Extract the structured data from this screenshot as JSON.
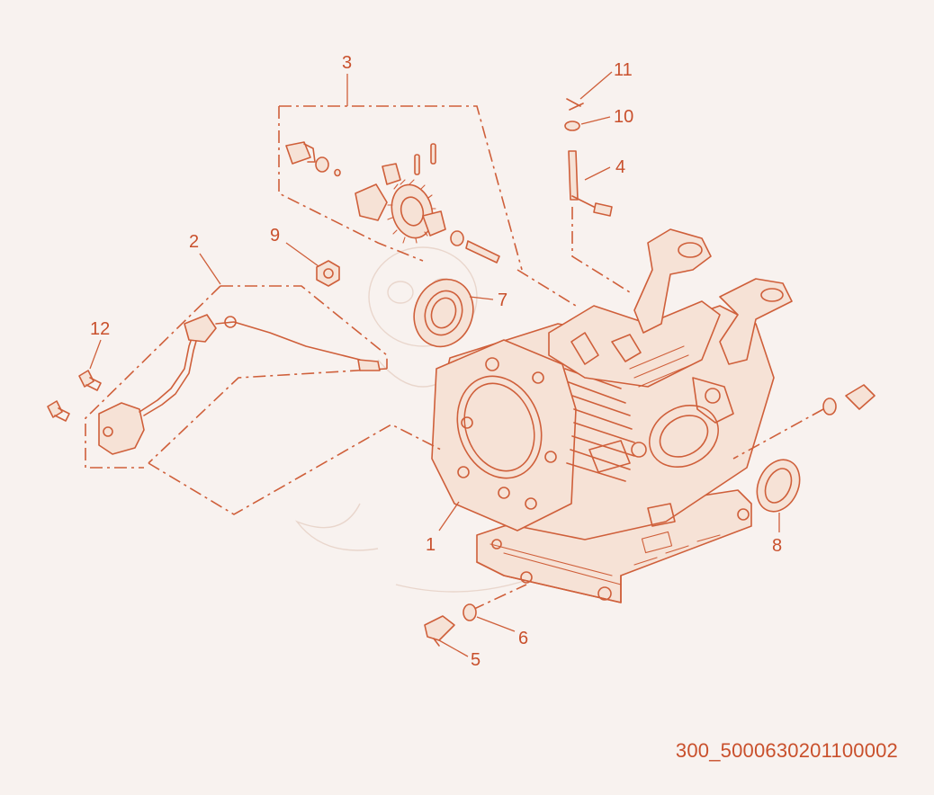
{
  "diagram": {
    "callouts": {
      "c1": "1",
      "c2": "2",
      "c3": "3",
      "c4": "4",
      "c5": "5",
      "c6": "6",
      "c7": "7",
      "c8": "8",
      "c9": "9",
      "c10": "10",
      "c11": "11",
      "c12": "12"
    },
    "document_code": "300_5000630201100002",
    "colors": {
      "line": "#cf5f3a",
      "background": "#f8f2ef"
    }
  }
}
